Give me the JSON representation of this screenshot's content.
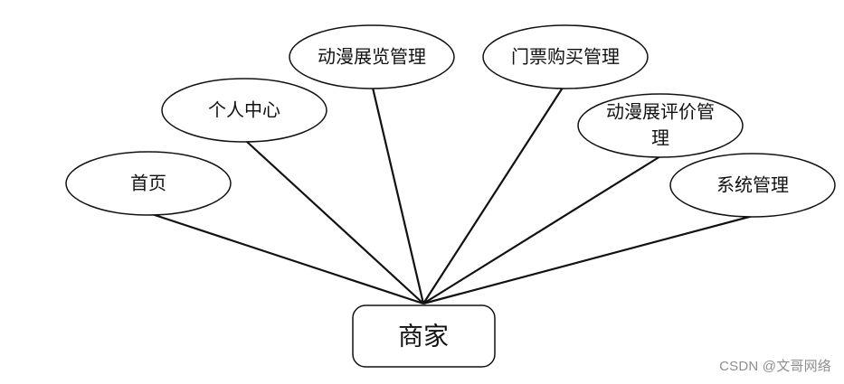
{
  "diagram": {
    "center": {
      "name": "merchant",
      "label": "商家"
    },
    "nodes": [
      {
        "name": "home",
        "label": "首页"
      },
      {
        "name": "personal-center",
        "label": "个人中心"
      },
      {
        "name": "anime-exhibition-management",
        "label": "动漫展览管理"
      },
      {
        "name": "ticket-purchase-management",
        "label": "门票购买管理"
      },
      {
        "name": "anime-exhibition-review-management",
        "label_line1": "动漫展评价管",
        "label_line2": "理"
      },
      {
        "name": "system-management",
        "label": "系统管理"
      }
    ]
  },
  "watermark": "CSDN @文哥网络"
}
